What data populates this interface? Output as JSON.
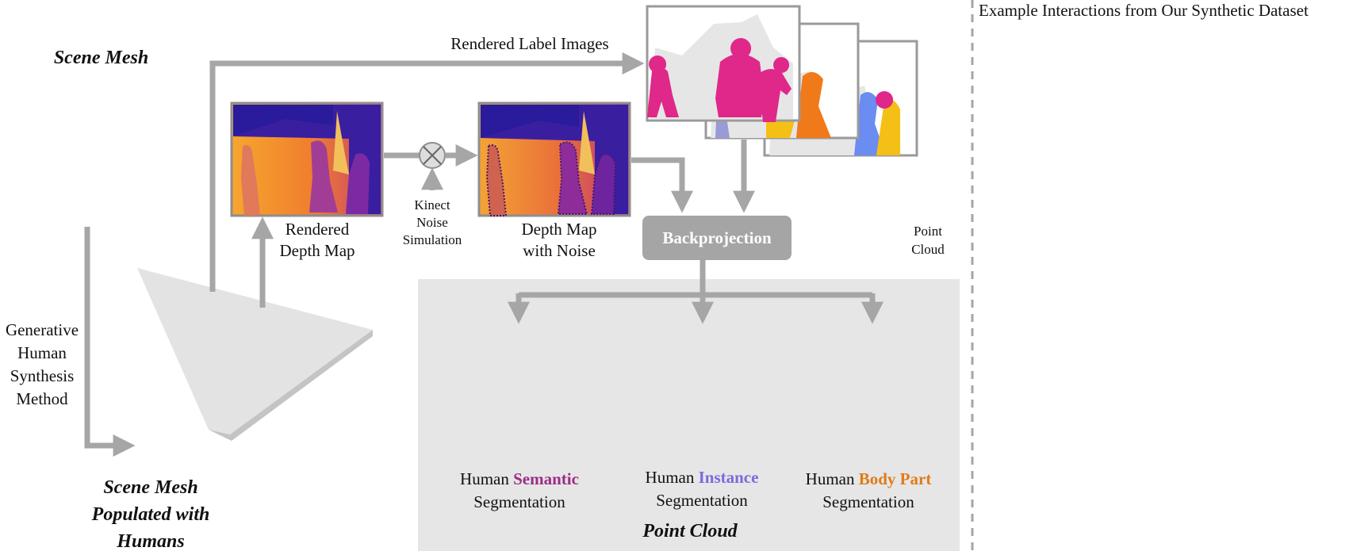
{
  "titles": {
    "scene_mesh": "Scene Mesh",
    "scene_mesh_populated": [
      "Scene Mesh",
      "Populated with",
      "Humans"
    ],
    "point_cloud": "Point Cloud",
    "example_interactions": "Example Interactions from Our Synthetic Dataset"
  },
  "labels": {
    "rendered_label_images": "Rendered Label Images",
    "rendered_depth_map": [
      "Rendered",
      "Depth Map"
    ],
    "depth_map_noise": [
      "Depth Map",
      "with Noise"
    ],
    "kinect_noise": [
      "Kinect",
      "Noise",
      "Simulation"
    ],
    "backprojection": "Backprojection",
    "point_cloud_small": [
      "Point",
      "Cloud"
    ],
    "generative_method": [
      "Generative",
      "Human",
      "Synthesis",
      "Method"
    ]
  },
  "segmentations": [
    {
      "prefix": "Human ",
      "keyword": "Semantic",
      "suffix": "Segmentation",
      "color": "#9b2d87"
    },
    {
      "prefix": "Human ",
      "keyword": "Instance",
      "suffix": "Segmentation",
      "color": "#7b6be0"
    },
    {
      "prefix": "Human ",
      "keyword": "Body Part",
      "suffix": "Segmentation",
      "color": "#e07b1a"
    }
  ],
  "colors": {
    "arrow": "#a6a6a6",
    "panel": "#e6e6e6",
    "depth_far": "#2a1a9c",
    "depth_near": "#f6b73c",
    "semantic_pink": "#e0278a",
    "instance_orange": "#f07a1a",
    "instance_yellow": "#f5c016",
    "part_blue": "#6b8cf0"
  }
}
